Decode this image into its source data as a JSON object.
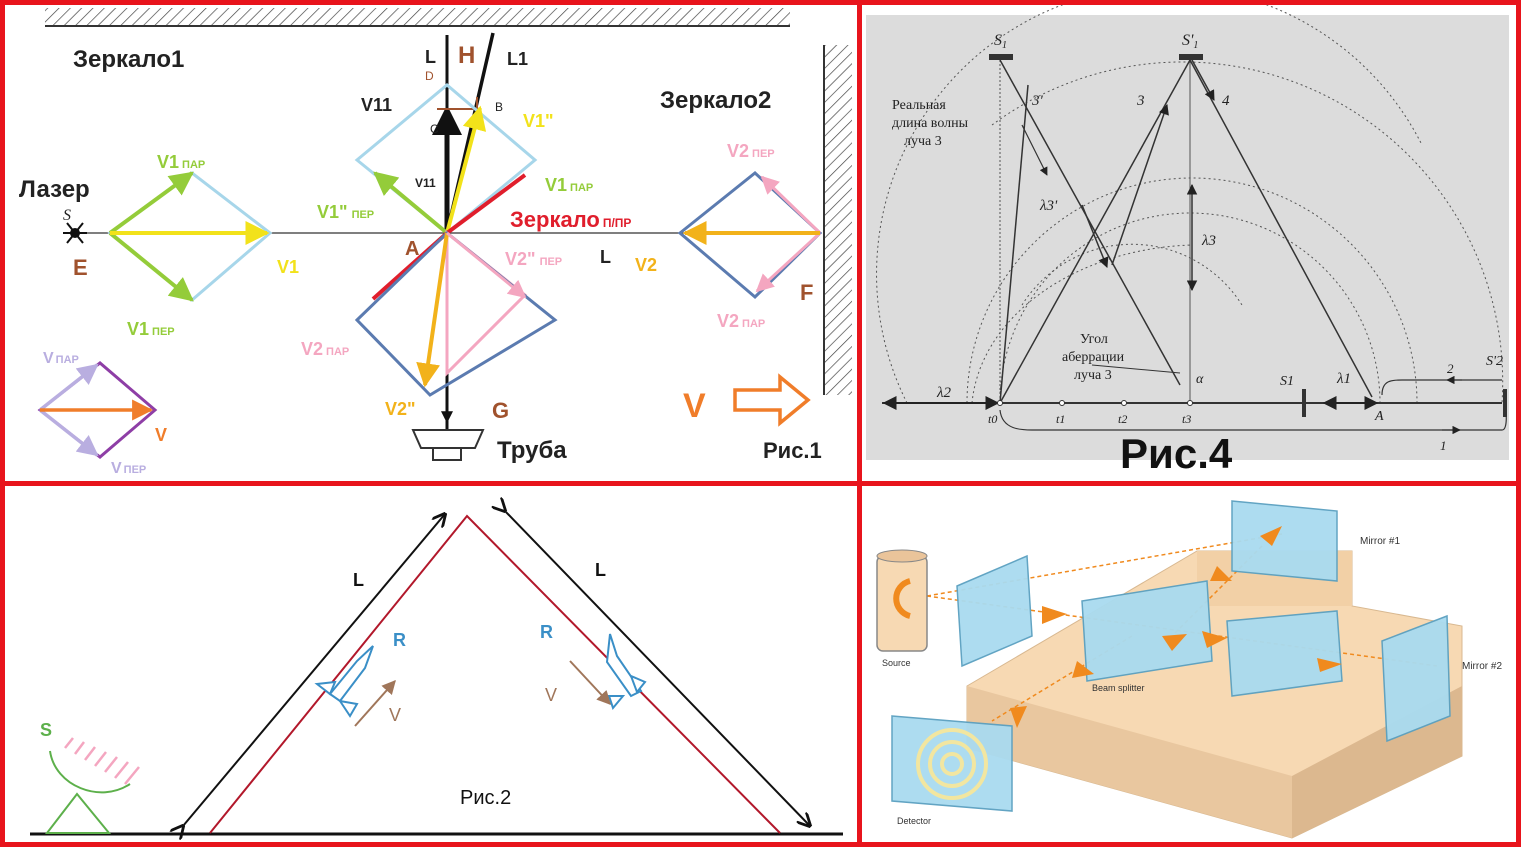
{
  "fig1": {
    "mirror1": "Зеркало1",
    "mirror2": "Зеркало2",
    "laser": "Лазер",
    "source_s": "S",
    "E": "E",
    "A": "A",
    "F": "F",
    "G": "G",
    "H": "H",
    "L_top": "L",
    "L1": "L1",
    "D": "D",
    "B": "B",
    "C": "C",
    "V11_big": "V11",
    "V11_small": "V11",
    "V1pp": "V1\"",
    "V1pp_per": "V1\"",
    "per_sub": "ПЕР",
    "par_sub": "ПАР",
    "V1par": "V1",
    "V1par2": "V1",
    "V1": "V1",
    "V1per": "V1",
    "semi_mirror": "Зеркало",
    "semi_sub": "П/ПР",
    "V2pp": "V2\"",
    "L_mid": "L",
    "V2": "V2",
    "V2per": "V2",
    "V2par_r": "V2",
    "V2par_l": "V2",
    "V2pp_b": "V2\"",
    "Vpar": "V",
    "Vper": "V",
    "V_small": "V",
    "V_big": "V",
    "tube": "Труба",
    "caption": "Рис.1"
  },
  "fig4": {
    "S1": "S",
    "S1p": "S'",
    "sub1": "1",
    "ray3p": "3'",
    "ray3": "3",
    "ray4": "4",
    "real_wl_1": "Реальная",
    "real_wl_2": "длина волны",
    "real_wl_3": "луча 3",
    "lambda3p": "λ3'",
    "lambda3": "λ3",
    "angle_1": "Угол",
    "angle_2": "аберрации",
    "angle_3": "луча 3",
    "alpha": "α",
    "lambda2": "λ2",
    "lambda1": "λ1",
    "t0": "t0",
    "t1": "t1",
    "t2": "t2",
    "t3": "t3",
    "S1b": "S1",
    "S2": "S'2",
    "A": "A",
    "n1": "1",
    "n2": "2",
    "caption": "Рис.4"
  },
  "fig2": {
    "L_left": "L",
    "L_right": "L",
    "R_left": "R",
    "R_right": "R",
    "V_left": "V",
    "V_right": "V",
    "S": "S",
    "caption": "Рис.2"
  },
  "fig3": {
    "mirror1": "Mirror #1",
    "mirror2": "Mirror #2",
    "source": "Source",
    "splitter": "Beam splitter",
    "detector": "Detector"
  }
}
